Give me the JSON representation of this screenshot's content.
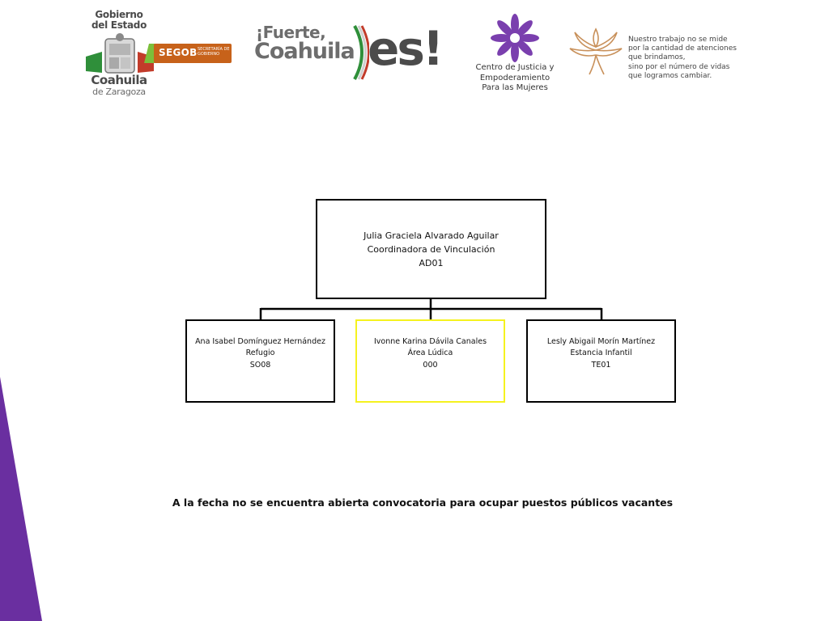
{
  "header": {
    "gobierno_line1": "Gobierno",
    "gobierno_line2": "del Estado",
    "state_name": "Coahuila",
    "state_sub": "de Zaragoza",
    "segob_label": "SEGOB",
    "segob_sub": "SECRETARÍA DE GOBIERNO",
    "fuerte_line1": "¡Fuerte,",
    "fuerte_line2": "Coahuila",
    "fuerte_es": "es!",
    "centro_line1": "Centro de Justicia y",
    "centro_line2": "Empoderamiento",
    "centro_line3": "Para las Mujeres",
    "lema_line1": "Nuestro trabajo no se mide",
    "lema_line2": "por la cantidad de atenciones",
    "lema_line3": "que brindamos,",
    "lema_line4": "sino por el número de vidas",
    "lema_line5": "que logramos cambiar."
  },
  "org": {
    "top": {
      "name": "Julia Graciela Alvarado Aguilar",
      "role": "Coordinadora de Vinculación",
      "code": "AD01"
    },
    "children": [
      {
        "name": "Ana Isabel Domínguez Hernández",
        "role": "Refugio",
        "code": "SO08"
      },
      {
        "name": "Ivonne Karina Dávila Canales",
        "role": "Área Lúdica",
        "code": "000"
      },
      {
        "name": "Lesly Abigail Morín Martínez",
        "role": "Estancia Infantil",
        "code": "TE01"
      }
    ]
  },
  "notice": "A la fecha no se encuentra abierta convocatoria para ocupar puestos públicos vacantes",
  "colors": {
    "accent_purple": "#6a2fa0",
    "highlight_yellow": "#f5f21f",
    "segob_orange": "#c7621a"
  }
}
